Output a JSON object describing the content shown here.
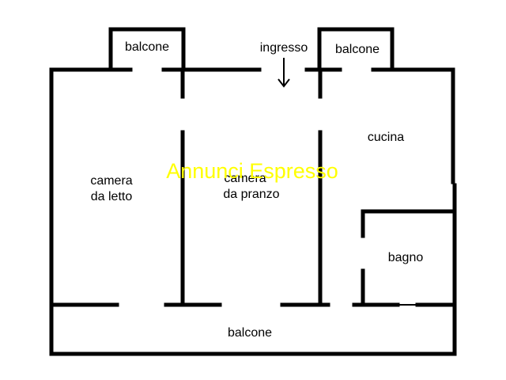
{
  "rooms": {
    "balcone_top_left": "balcone",
    "ingresso": "ingresso",
    "balcone_top_right": "balcone",
    "camera_da_letto_line1": "camera",
    "camera_da_letto_line2": "da letto",
    "camera_da_pranzo_line1": "camera",
    "camera_da_pranzo_line2": "da pranzo",
    "cucina": "cucina",
    "bagno": "bagno",
    "balcone_bottom": "balcone"
  },
  "watermark": "Annunci Espresso",
  "colors": {
    "walls": "#000000",
    "background": "#ffffff",
    "watermark": "#ffff00"
  },
  "icons": {
    "entrance": "arrow-down-icon"
  }
}
